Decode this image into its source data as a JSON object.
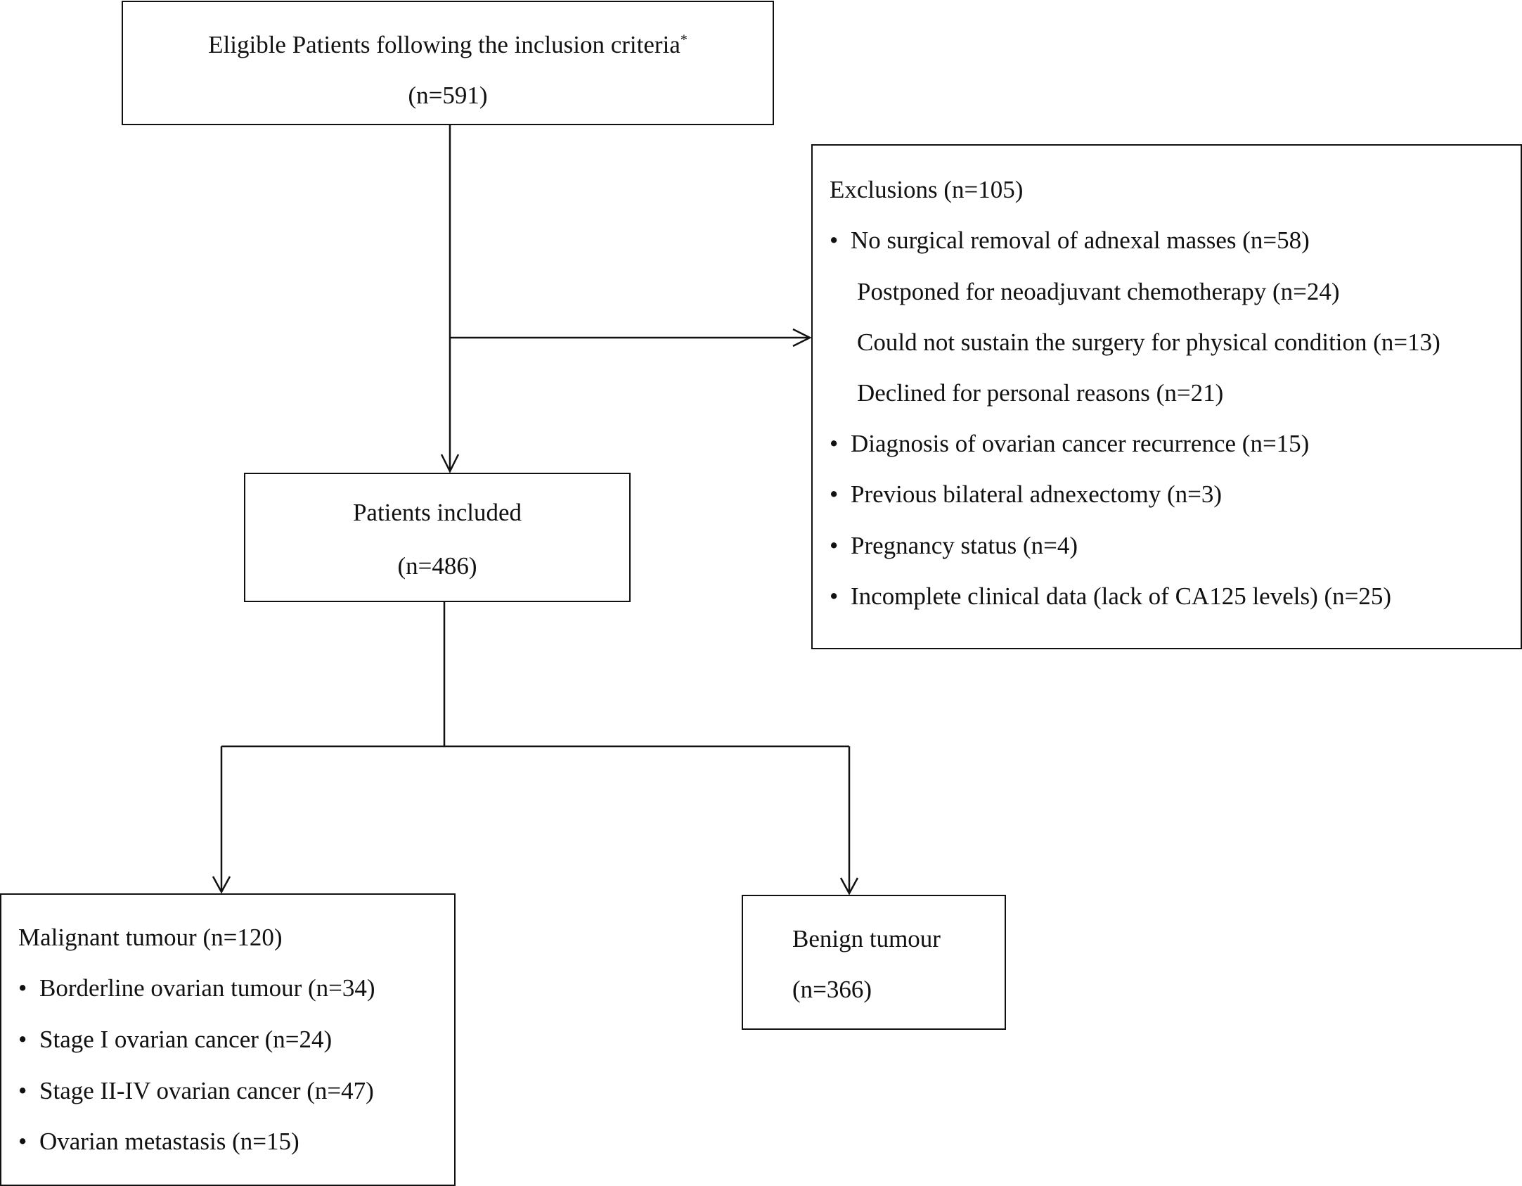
{
  "eligible": {
    "title": "Eligible Patients following the inclusion criteria",
    "title_mark": "*",
    "count": "(n=591)"
  },
  "exclusions": {
    "title": "Exclusions (n=105)",
    "bullet_symbol": "•",
    "items": [
      {
        "text": "No surgical removal of adnexal masses (n=58)"
      },
      {
        "text": "Postponed for neoadjuvant chemotherapy (n=24)"
      },
      {
        "text": "Could not sustain the surgery for physical condition (n=13)"
      },
      {
        "text": "Declined for personal reasons (n=21)"
      },
      {
        "text": "Diagnosis of ovarian cancer recurrence (n=15)"
      },
      {
        "text": "Previous bilateral adnexectomy (n=3)"
      },
      {
        "text": "Pregnancy status (n=4)"
      },
      {
        "text": "Incomplete clinical data (lack of CA125 levels) (n=25)"
      }
    ]
  },
  "included": {
    "title": "Patients included",
    "count": "(n=486)"
  },
  "malignant": {
    "title": "Malignant tumour (n=120)",
    "bullet_symbol": "•",
    "items": [
      {
        "text": "Borderline ovarian tumour (n=34)"
      },
      {
        "text": "Stage I ovarian cancer (n=24)"
      },
      {
        "text": "Stage II-IV ovarian cancer (n=47)"
      },
      {
        "text": "Ovarian metastasis (n=15)"
      }
    ]
  },
  "benign": {
    "title": "Benign tumour",
    "count": "(n=366)"
  },
  "colors": {
    "stroke": "#111111",
    "background": "#ffffff",
    "text": "#111111"
  }
}
